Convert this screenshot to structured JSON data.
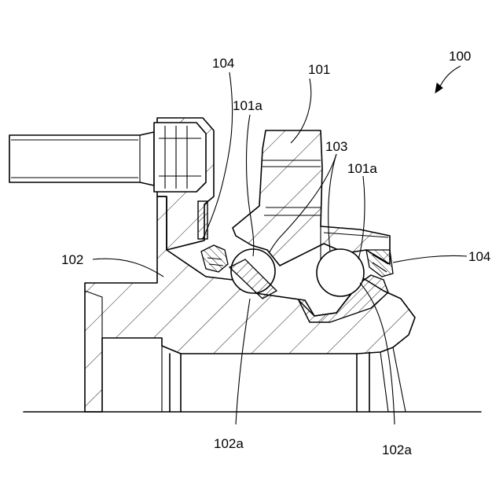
{
  "labels": {
    "assembly": "100",
    "outer_ring": "101",
    "outer_raceway_left": "101a",
    "outer_raceway_right": "101a",
    "hub": "102",
    "hub_raceway_left": "102a",
    "hub_raceway_right": "102a",
    "balls": "103",
    "seal_left": "104",
    "seal_right": "104"
  }
}
